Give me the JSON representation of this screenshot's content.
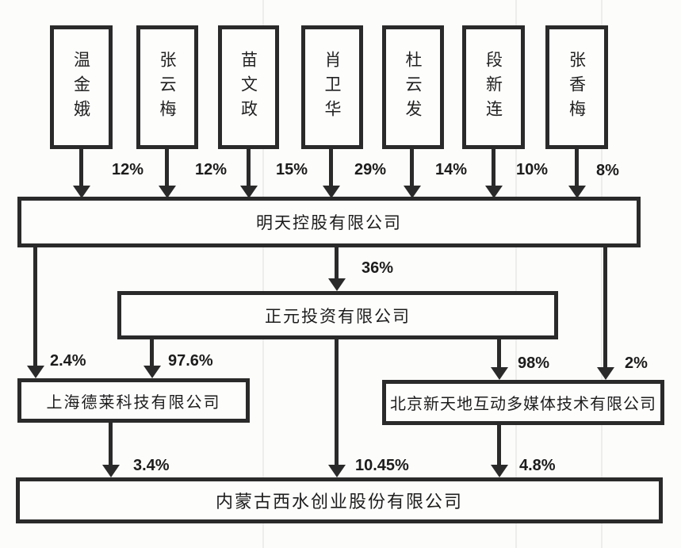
{
  "diagram": {
    "title_hint": "equity-ownership-structure",
    "shareholders": [
      {
        "name": "温金娥",
        "pct": "12%"
      },
      {
        "name": "张云梅",
        "pct": "12%"
      },
      {
        "name": "苗文政",
        "pct": "15%"
      },
      {
        "name": "肖卫华",
        "pct": "29%"
      },
      {
        "name": "杜云发",
        "pct": "14%"
      },
      {
        "name": "段新连",
        "pct": "10%"
      },
      {
        "name": "张香梅",
        "pct": "8%"
      }
    ],
    "companies": {
      "mingtian": "明天控股有限公司",
      "zhengyuan": "正元投资有限公司",
      "shanghai_delai": "上海德莱科技有限公司",
      "beijing_xintiandi": "北京新天地互动多媒体技术有限公司",
      "neimenggu_xishui": "内蒙古西水创业股份有限公司"
    },
    "links": {
      "mingtian_to_zhengyuan": "36%",
      "mingtian_to_delai": "2.4%",
      "zhengyuan_to_delai": "97.6%",
      "zhengyuan_to_xintiandi": "98%",
      "mingtian_to_xintiandi": "2%",
      "delai_to_xishui": "3.4%",
      "zhengyuan_to_xishui": "10.45%",
      "xintiandi_to_xishui": "4.8%"
    },
    "colors": {
      "line": "#2a2a2a",
      "background": "#fcfcfa"
    }
  }
}
